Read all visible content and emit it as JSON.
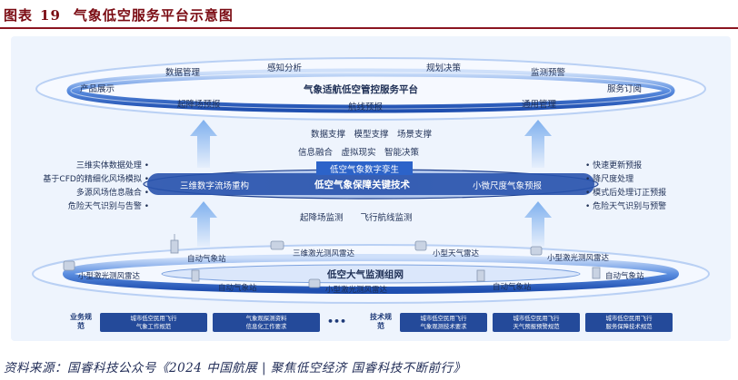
{
  "figure": {
    "number_label": "图表",
    "number": "19",
    "title": "气象低空服务平台示意图"
  },
  "top_platform": {
    "title": "气象适航低空管控服务平台",
    "items": [
      "数据管理",
      "感知分析",
      "规划决策",
      "监测预警",
      "产品展示",
      "服务订阅",
      "起降场预报",
      "航线预报",
      "通用管理"
    ]
  },
  "middle": {
    "support_line1": "数据支撑　模型支撑　场景支撑",
    "support_line2": "信息融合　虚拟现实　智能决策",
    "twin_label": "低空气象数字孪生",
    "core_label": "低空气象保障关键技术",
    "left_tech": "三维数字流场重构",
    "right_tech": "小微尺度气象预报",
    "monitor_line": "起降场监测　　飞行航线监测",
    "left_bullets": [
      "三维实体数据处理",
      "基于CFD的精细化风场模拟",
      "多源风场信息融合",
      "危险天气识别与告警"
    ],
    "right_bullets": [
      "快速更新预报",
      "降尺度处理",
      "模式后处理订正预报",
      "危险天气识别与预警"
    ]
  },
  "bottom_network": {
    "title": "低空大气监测组网",
    "stations": [
      "自动气象站",
      "三维激光测风雷达",
      "小型天气雷达",
      "小型激光测风雷达",
      "小型激光测风雷达",
      "自动气象站",
      "小型激光测风雷达",
      "自动气象站",
      "自动气象站"
    ]
  },
  "standards": {
    "business_head": "业务规范",
    "business_items": [
      [
        "城市低空民用飞行",
        "气象工作规范"
      ],
      [
        "气象观探测资料",
        "信息化工作要求"
      ]
    ],
    "more": "•••",
    "tech_head": "技术规范",
    "tech_items": [
      [
        "城市低空民用飞行",
        "气象观测技术要求"
      ],
      [
        "城市低空民用飞行",
        "天气预报预警规范"
      ],
      [
        "城市低空民用飞行",
        "服务保障技术规范"
      ]
    ]
  },
  "source": "资料来源：国睿科技公众号《2024 中国航展 | 聚焦低空经济 国睿科技不断前行》",
  "colors": {
    "accent": "#8b1520",
    "navy": "#1d3f8f",
    "ring": "#2f63c7",
    "panel": "#eef4fd"
  }
}
